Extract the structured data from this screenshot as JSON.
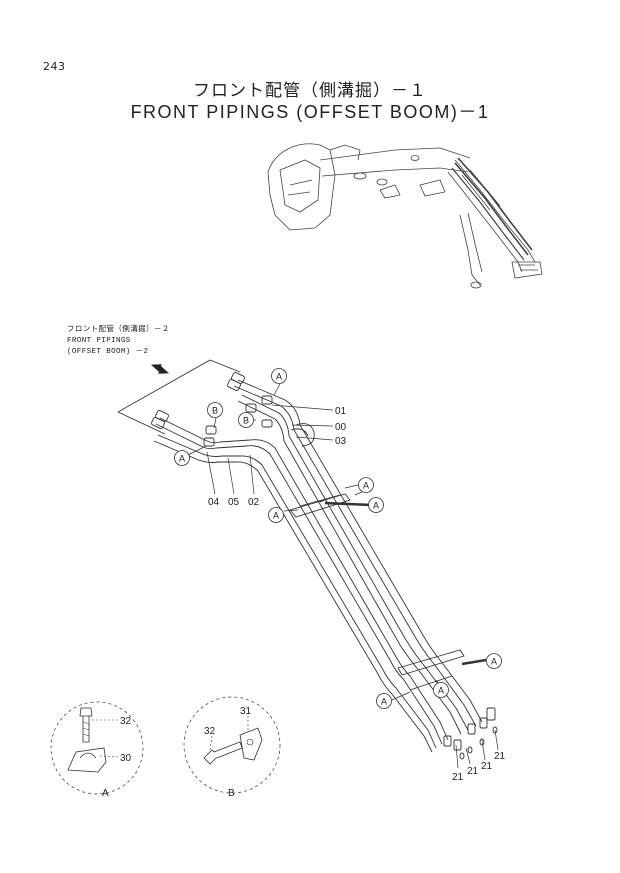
{
  "page_number": "243",
  "title_jp": "フロント配管（側溝掘）－１",
  "title_en": "FRONT PIPINGS (OFFSET BOOM)－1",
  "reference_note": {
    "line1": "フロント配管（側溝掘）－２",
    "line2": "FRONT PIPINGS",
    "line3": "(OFFSET BOOM) －2"
  },
  "callouts": {
    "c01": "01",
    "c00": "00",
    "c03": "03",
    "c04": "04",
    "c05": "05",
    "c02": "02",
    "c21a": "21",
    "c21b": "21",
    "c21c": "21",
    "c21d": "21",
    "c32a": "32",
    "c30": "30",
    "c31": "31",
    "c32b": "32"
  },
  "view_markers": {
    "a": "A",
    "b": "B"
  },
  "detail_labels": {
    "a": "A",
    "b": "B"
  }
}
